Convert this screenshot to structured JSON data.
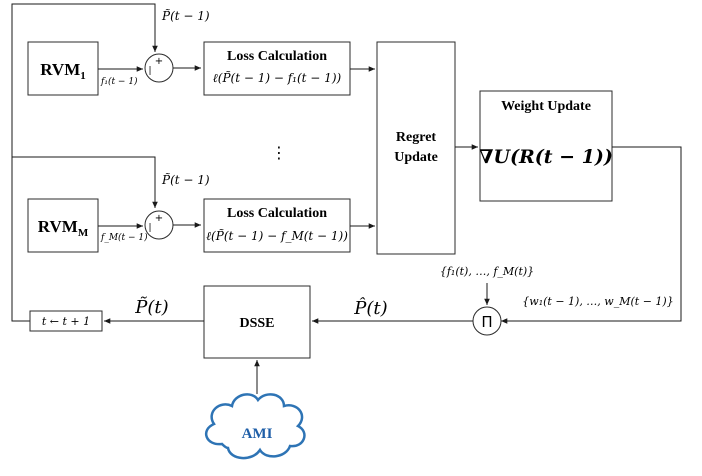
{
  "blocks": {
    "rvm1": {
      "label": "RVM",
      "sub": "1"
    },
    "rvmM": {
      "label": "RVM",
      "sub": "M"
    },
    "loss_title": "Loss Calculation",
    "loss1_formula": "ℓ(P̃(t − 1) − f₁(t − 1))",
    "lossM_formula": "ℓ(P̃(t − 1) − f_M(t − 1))",
    "regret_line1": "Regret",
    "regret_line2": "Update",
    "weight_title": "Weight Update",
    "weight_formula": "∇U(R(t − 1))",
    "dsse": "DSSE",
    "ami": "AMI",
    "time_update": "t ← t + 1",
    "pi": "Π",
    "plus": "+",
    "minus": "|"
  },
  "labels": {
    "p_prev_top": "P̃(t − 1)",
    "p_prev_mid": "P̃(t − 1)",
    "f1": "f₁(t − 1)",
    "fM": "f_M(t − 1)",
    "ellipsis": "⋮",
    "forecasts": "{f₁(t), …, f_M(t)}",
    "weights": "{w₁(t − 1), …, w_M(t − 1)}",
    "p_hat": "P̂(t)",
    "p_tilde": "P̃(t)"
  }
}
